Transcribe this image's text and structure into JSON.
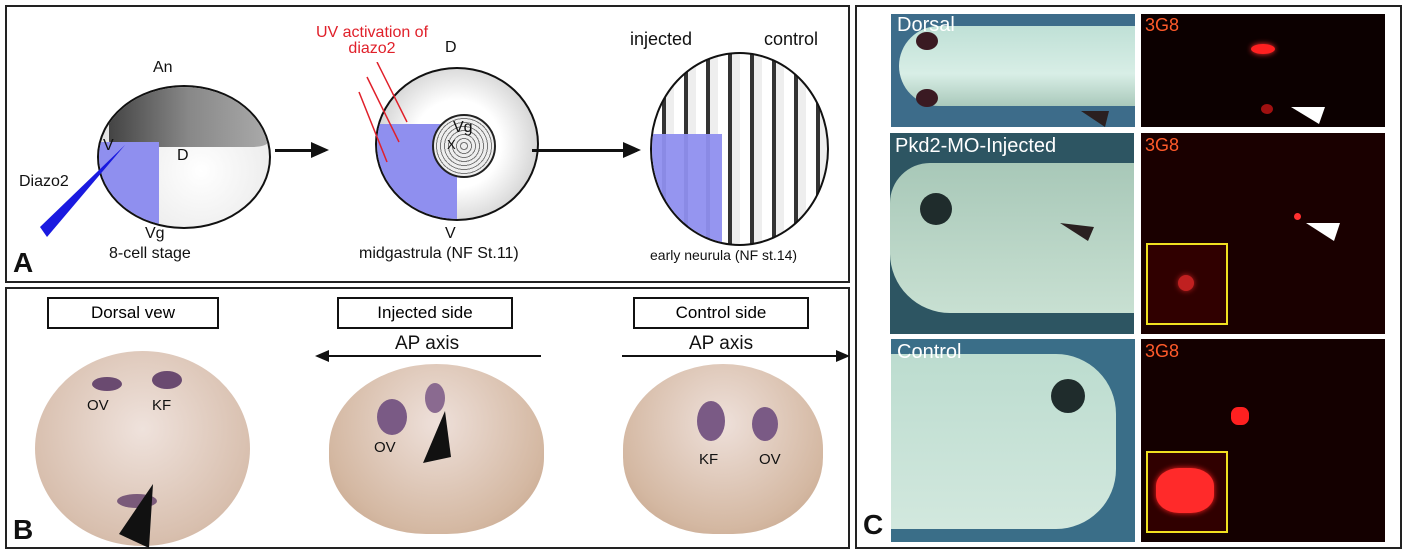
{
  "panel_a": {
    "label": "A",
    "stage1": {
      "top": "An",
      "left": "V",
      "right": "D",
      "bottom": "Vg",
      "caption": "8-cell stage",
      "injection": "Diazo2"
    },
    "uv_label": "UV activation of diazo2",
    "stage2": {
      "top": "D",
      "center": "Vg",
      "center_mark": "X",
      "bottom": "V",
      "caption": "midgastrula (NF St.11)"
    },
    "stage3": {
      "left": "injected",
      "right": "control",
      "caption": "early neurula (NF st.14)"
    },
    "colors": {
      "injected_region": "#8f8fef",
      "needle": "#1a1ae0",
      "uv_arrows": "#e0202a"
    }
  },
  "panel_b": {
    "label": "B",
    "views": [
      {
        "title": "Dorsal vew",
        "markers": [
          "OV",
          "KF"
        ]
      },
      {
        "title": "Injected side",
        "axis": "AP axis",
        "markers": [
          "OV"
        ]
      },
      {
        "title": "Control side",
        "axis": "AP axis",
        "markers": [
          "KF",
          "OV"
        ]
      }
    ]
  },
  "panel_c": {
    "label": "C",
    "rows": [
      {
        "brightfield": "Dorsal",
        "fluorescence": "3G8"
      },
      {
        "brightfield": "Pkd2-MO-Injected",
        "fluorescence": "3G8"
      },
      {
        "brightfield": "Control",
        "fluorescence": "3G8"
      }
    ]
  }
}
